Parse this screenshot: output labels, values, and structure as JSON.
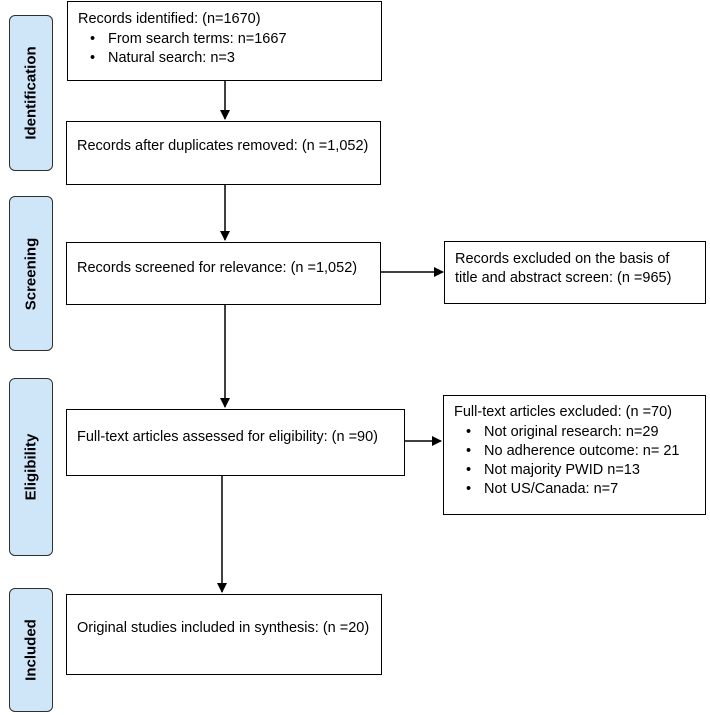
{
  "stages": [
    {
      "id": "identification",
      "label": "Identification"
    },
    {
      "id": "screening",
      "label": "Screening"
    },
    {
      "id": "eligibility",
      "label": "Eligibility"
    },
    {
      "id": "included",
      "label": "Included"
    }
  ],
  "boxes": {
    "identified": {
      "title": "Records identified: (n=1670)",
      "items": [
        "From search terms: n=1667",
        "Natural search: n=3"
      ]
    },
    "deduplicated": {
      "title": "Records after duplicates removed: (n =1,052)"
    },
    "screened": {
      "title": "Records screened for relevance: (n =1,052)"
    },
    "excluded_screen": {
      "lines": [
        "Records excluded on the basis of",
        "title and abstract screen: (n =965)"
      ]
    },
    "eligibility": {
      "title": "Full-text articles assessed for eligibility: (n =90)"
    },
    "excluded_fulltext": {
      "title": "Full-text articles excluded: (n =70)",
      "items": [
        "Not original research: n=29",
        "No adherence outcome: n= 21",
        "Not majority PWID n=13",
        "Not US/Canada: n=7"
      ]
    },
    "included": {
      "title": "Original studies included in synthesis: (n =20)"
    }
  }
}
